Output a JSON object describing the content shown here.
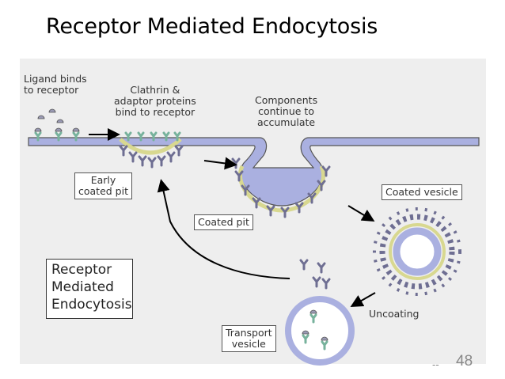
{
  "slide": {
    "title": "Receptor Mediated Endocytosis",
    "page_number": "48",
    "page_dash": "--"
  },
  "diagram": {
    "labels": {
      "ligand_line1": "Ligand binds",
      "ligand_line2": "to receptor",
      "clathrin_line1": "Clathrin &",
      "clathrin_line2": "adaptor proteins",
      "clathrin_line3": "bind to receptor",
      "components_line1": "Components",
      "components_line2": "continue to",
      "components_line3": "accumulate",
      "uncoating": "Uncoating"
    },
    "boxes": {
      "early_line1": "Early",
      "early_line2": "coated pit",
      "coated_pit": "Coated pit",
      "coated_vesicle": "Coated vesicle",
      "transport_line1": "Transport",
      "transport_line2": "vesicle",
      "main_line1": "Receptor",
      "main_line2": "Mediated",
      "main_line3": "Endocytosis"
    },
    "colors": {
      "membrane": "#aab0e0",
      "clathrin": "#6e6e92",
      "adaptor": "#d8d890",
      "receptor": "#77b29c",
      "ligand": "#9a9ab4"
    }
  }
}
